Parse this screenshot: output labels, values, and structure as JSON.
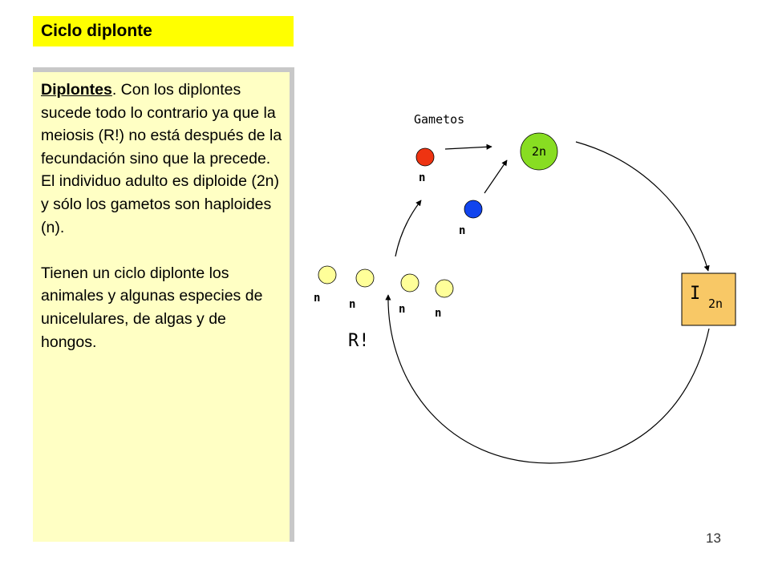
{
  "slide": {
    "title": "Ciclo diplonte",
    "page_number": "13"
  },
  "text": {
    "p1_lead": "Diplontes",
    "p1_body": ". Con los diplontes sucede todo lo contrario ya que la meiosis (R!) no está después de la fecundación sino que la precede. El individuo adulto es diploide (2n) y sólo los gametos son haploides (n).",
    "p2": "Tienen un ciclo diplonte los animales y algunas especies de unicelulares, de algas y de hongos."
  },
  "diagram": {
    "gametes_label": "Gametos",
    "zygote_label": "2n",
    "individual_label": "I",
    "individual_subscript": "2n",
    "meiosis_label": "R!",
    "n_label": "n",
    "colors": {
      "gamete_red": "#ee3311",
      "gamete_blue": "#1144ee",
      "zygote_green": "#88dd22",
      "spore_yellow": "#ffff99",
      "individual_box": "#f8c866"
    }
  }
}
